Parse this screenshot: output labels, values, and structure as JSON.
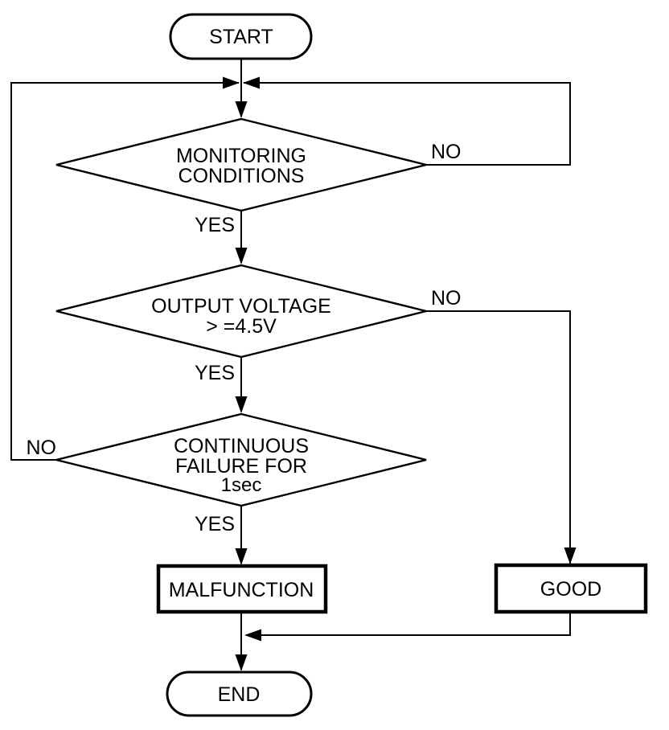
{
  "diagram": {
    "type": "flowchart",
    "nodes": {
      "start": {
        "label": "START",
        "shape": "terminator"
      },
      "monitoring": {
        "line1": "MONITORING",
        "line2": "CONDITIONS",
        "shape": "decision"
      },
      "voltage": {
        "line1": "OUTPUT VOLTAGE",
        "line2": "> =4.5V",
        "shape": "decision"
      },
      "failure": {
        "line1": "CONTINUOUS",
        "line2": "FAILURE FOR",
        "line3": "1sec",
        "shape": "decision"
      },
      "malfunction": {
        "label": "MALFUNCTION",
        "shape": "process"
      },
      "good": {
        "label": "GOOD",
        "shape": "process"
      },
      "end": {
        "label": "END",
        "shape": "terminator"
      }
    },
    "edge_labels": {
      "monitoring_yes": "YES",
      "monitoring_no": "NO",
      "voltage_yes": "YES",
      "voltage_no": "NO",
      "failure_yes": "YES",
      "failure_no": "NO"
    },
    "colors": {
      "stroke": "#000000",
      "text": "#000000",
      "background": "#ffffff"
    }
  }
}
